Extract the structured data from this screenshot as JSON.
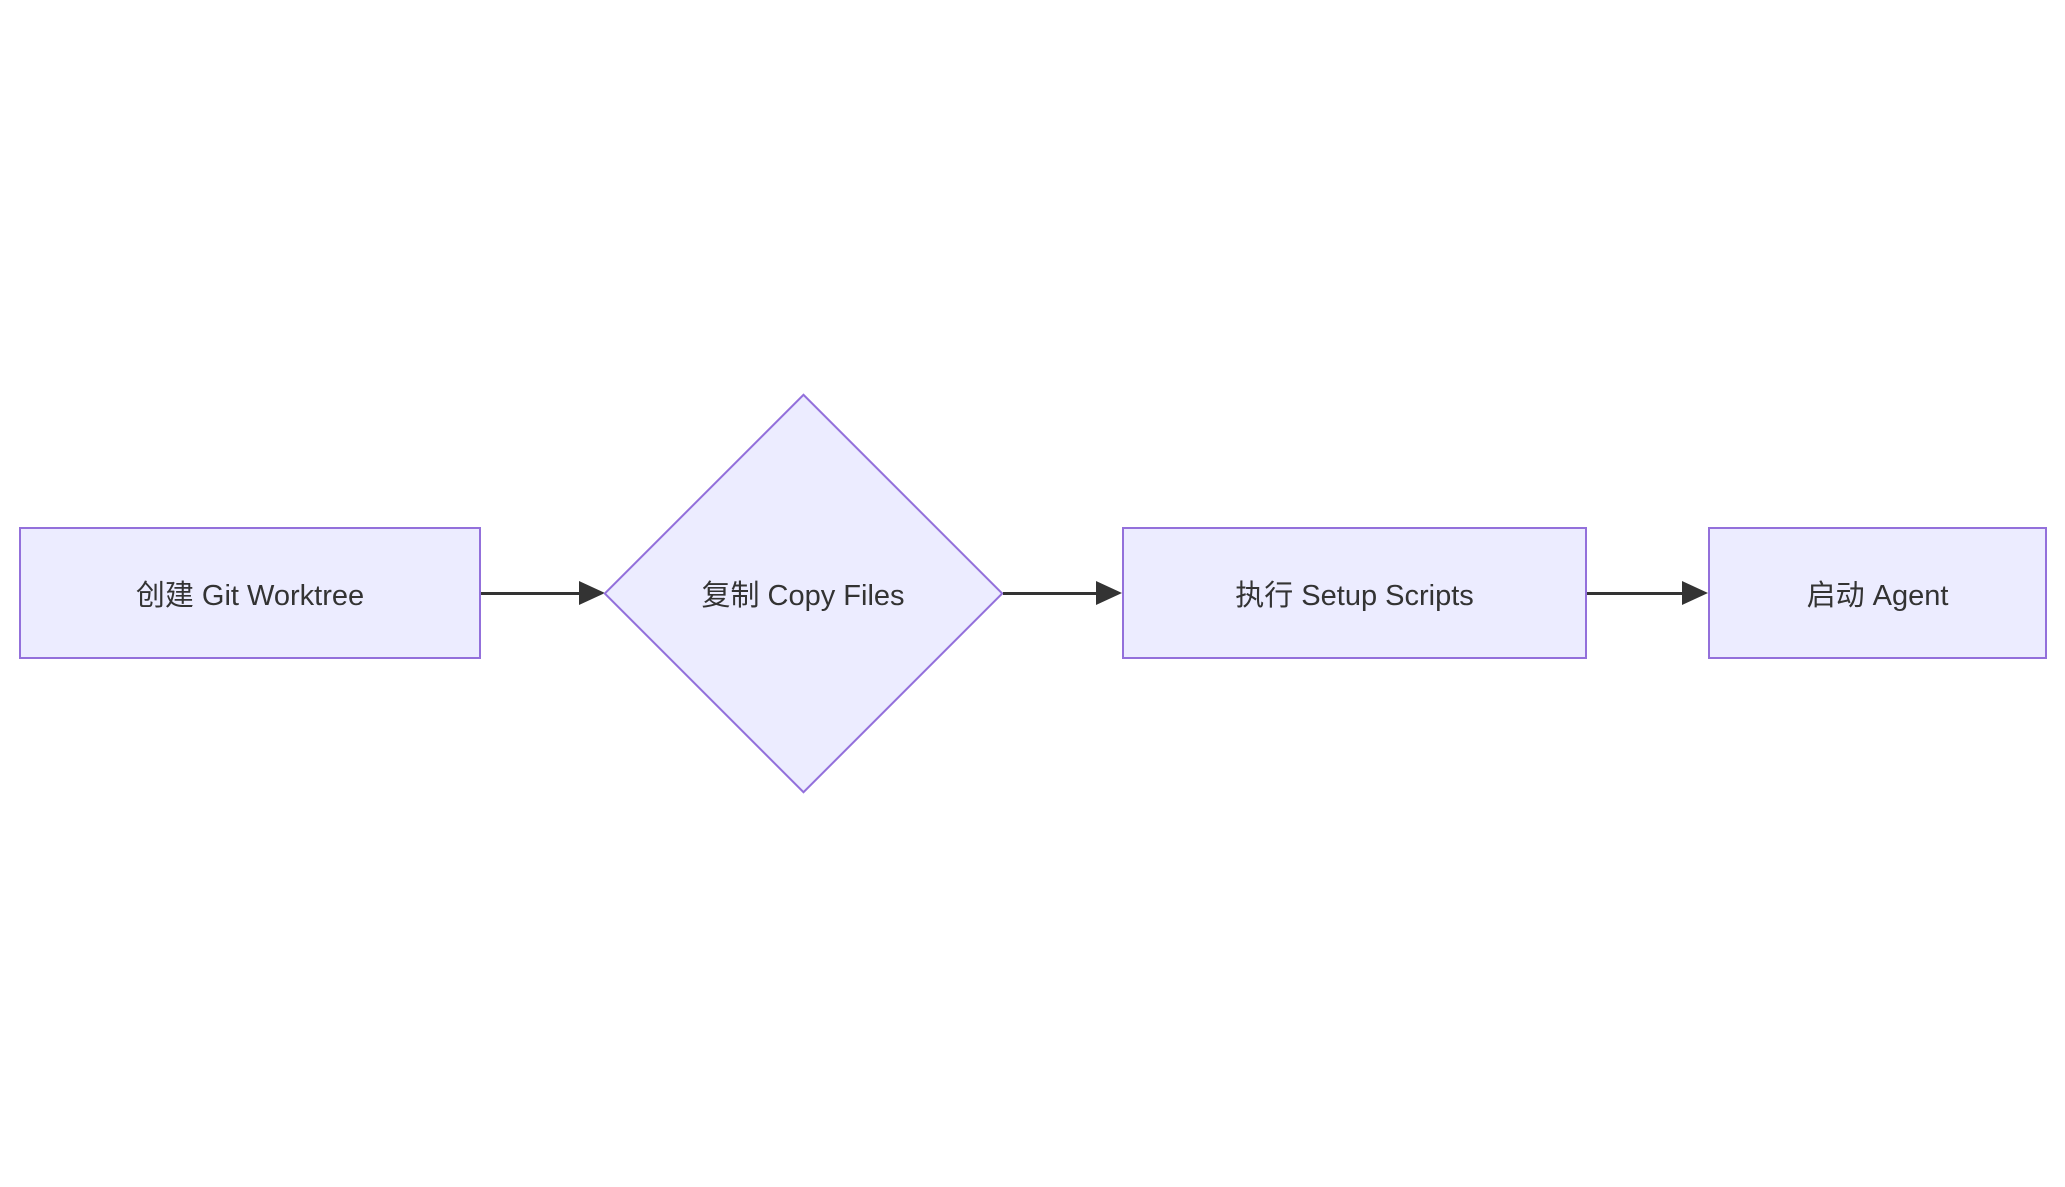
{
  "diagram": {
    "type": "flowchart",
    "direction": "left-to-right",
    "nodes": [
      {
        "id": "create-worktree",
        "label": "创建 Git Worktree",
        "shape": "rectangle"
      },
      {
        "id": "copy-files",
        "label": "复制 Copy Files",
        "shape": "diamond"
      },
      {
        "id": "setup-scripts",
        "label": "执行 Setup Scripts",
        "shape": "rectangle"
      },
      {
        "id": "start-agent",
        "label": "启动 Agent",
        "shape": "rectangle"
      }
    ],
    "edges": [
      {
        "from": "create-worktree",
        "to": "copy-files",
        "style": "arrow"
      },
      {
        "from": "copy-files",
        "to": "setup-scripts",
        "style": "arrow"
      },
      {
        "from": "setup-scripts",
        "to": "start-agent",
        "style": "arrow"
      }
    ]
  },
  "colors": {
    "background": "#FFFFFF",
    "node_fill": "#ECECFF",
    "node_border": "#9370DB",
    "edge": "#333333",
    "text": "#333333"
  }
}
